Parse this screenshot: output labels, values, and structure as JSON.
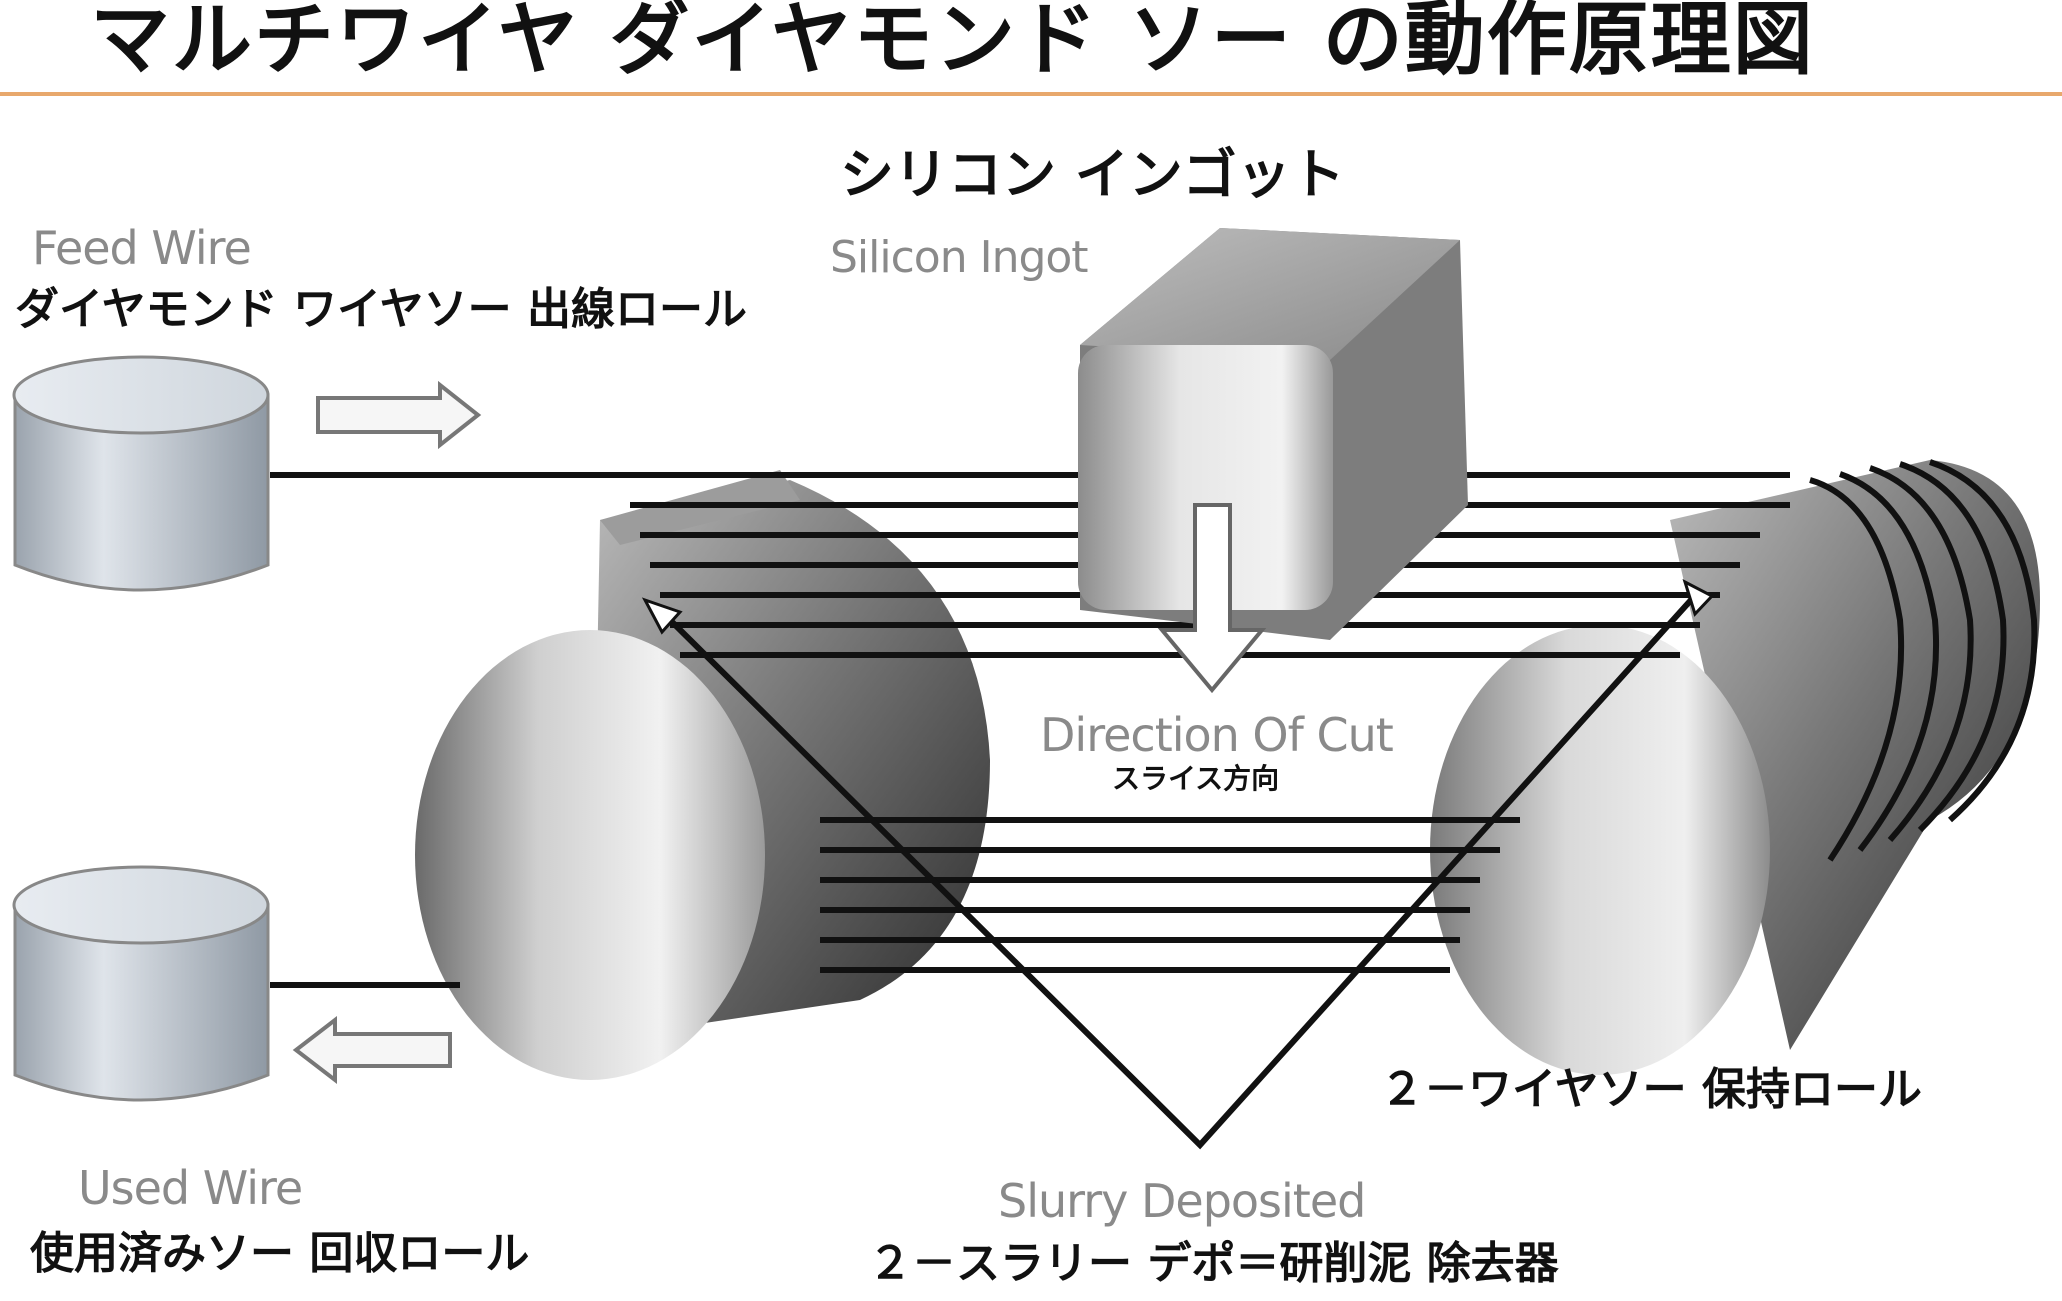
{
  "title": "マルチワイヤ ダイヤモンド ソー の動作原理図",
  "colors": {
    "rule": "#e8a86c",
    "text": "#111111",
    "english": "#8a8a8a",
    "wire": "#111111"
  },
  "labels": {
    "ingot_jp": "シリコン インゴット",
    "ingot_en": "Silicon Ingot",
    "feed_en": "Feed Wire",
    "feed_jp": "ダイヤモンド ワイヤソー 出線ロール",
    "cut_en": "Direction Of Cut",
    "cut_jp": "スライス方向",
    "holder_jp": "２－ワイヤソー 保持ロール",
    "used_en": "Used Wire",
    "used_jp": "使用済みソー 回収ロール",
    "slurry_en": "Slurry Deposited",
    "slurry_jp": "２－スラリー デポ＝研削泥 除去器"
  }
}
